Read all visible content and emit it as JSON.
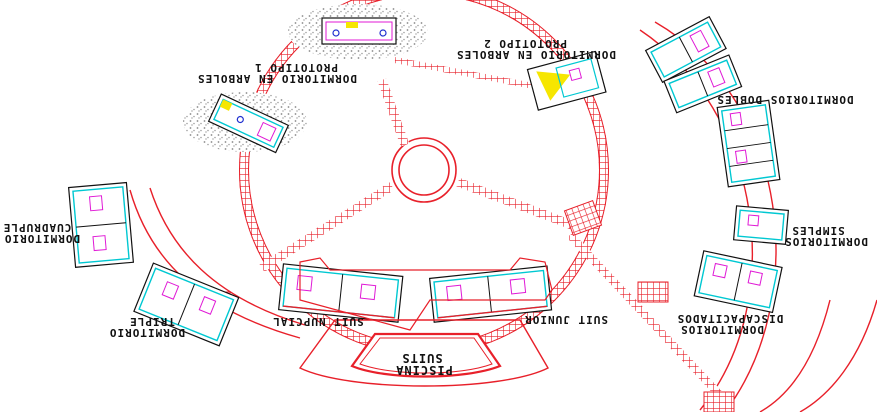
{
  "colors": {
    "circulation": "#e8202a",
    "wall": "#111111",
    "water": "#00c8d2",
    "accent_yellow": "#f6e600",
    "accent_magenta": "#e01ad6",
    "furniture_blue": "#2030d0",
    "tree_grey": "#9a9a9a"
  },
  "icons": [
    "tree-canopy",
    "room-module",
    "circular-plaza",
    "pool"
  ],
  "labels": {
    "prototipo1_line1": "PROTOTIPO 1",
    "prototipo1_line2": "DORMITORIO EN ARBOLES",
    "prototipo2_line1": "PROTOTIPO 2",
    "prototipo2_line2": "DORMITORIO EN ARBOLES",
    "dobles": "DORMITORIOS DOBLES",
    "simples_line1": "SIMPLES",
    "simples_line2": "DORMITORIOS",
    "discap_line1": "DISCAPACITADOS",
    "discap_line2": "DORMITORIOS",
    "cuadruple_line1": "CUADRUPLE",
    "cuadruple_line2": "DORMITORIO",
    "triple_line1": "TRIPLE",
    "triple_line2": "DORMITORIO",
    "nupcial": "SUIT NUPCIAL",
    "junior": "SUIT JUNIOR",
    "piscina_line1": "SUITS",
    "piscina_line2": "PISCINA"
  }
}
